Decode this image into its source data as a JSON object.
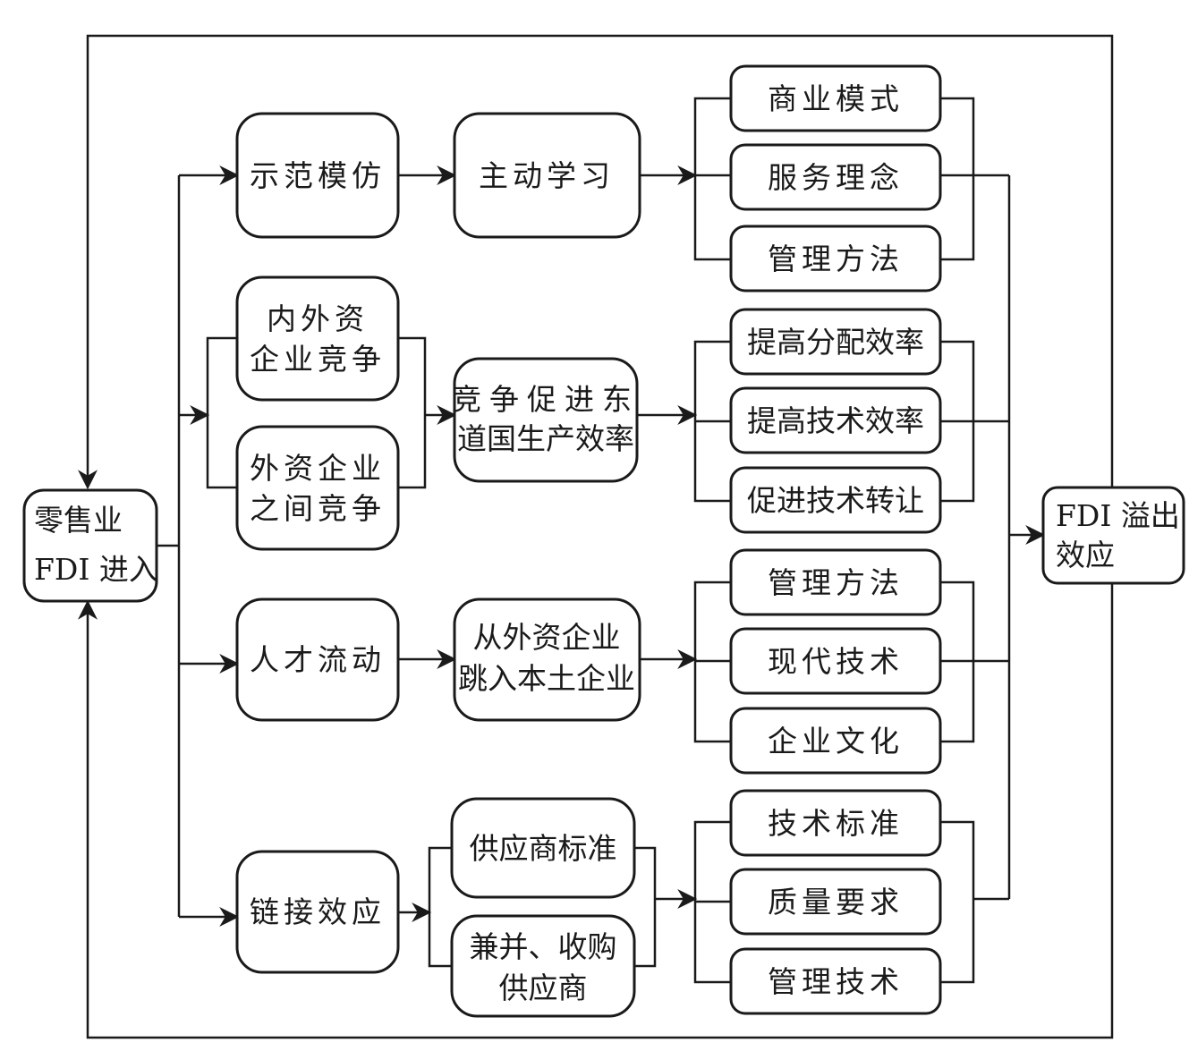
{
  "nodes": {
    "entry": {
      "line1": "零售业",
      "line2": "FDI 进入"
    },
    "demo": {
      "label": "示范模仿"
    },
    "active_learning": {
      "label": "主动学习"
    },
    "business_model": {
      "label": "商业模式"
    },
    "service_concept": {
      "label": "服务理念"
    },
    "mgmt_method_1": {
      "label": "管理方法"
    },
    "domestic_foreign_comp": {
      "line1": "内外资",
      "line2": "企业竞争"
    },
    "foreign_foreign_comp": {
      "line1": "外资企业",
      "line2": "之间竞争"
    },
    "competition_effect": {
      "line1": "竞争促进东",
      "line2": "道国生产效率"
    },
    "alloc_eff": {
      "label": "提高分配效率"
    },
    "tech_eff": {
      "label": "提高技术效率"
    },
    "tech_transfer": {
      "label": "促进技术转让"
    },
    "talent_flow": {
      "label": "人才流动"
    },
    "job_hop": {
      "line1": "从外资企业",
      "line2": "跳入本土企业"
    },
    "mgmt_method_2": {
      "label": "管理方法"
    },
    "modern_tech": {
      "label": "现代技术"
    },
    "corp_culture": {
      "label": "企业文化"
    },
    "linkage": {
      "label": "链接效应"
    },
    "supplier_std": {
      "label": "供应商标准"
    },
    "merge_acquire": {
      "line1": "兼并、收购",
      "line2": "供应商"
    },
    "tech_std": {
      "label": "技术标准"
    },
    "quality_req": {
      "label": "质量要求"
    },
    "mgmt_tech": {
      "label": "管理技术"
    },
    "spillover": {
      "line1": "FDI 溢出",
      "line2": "效应"
    }
  }
}
